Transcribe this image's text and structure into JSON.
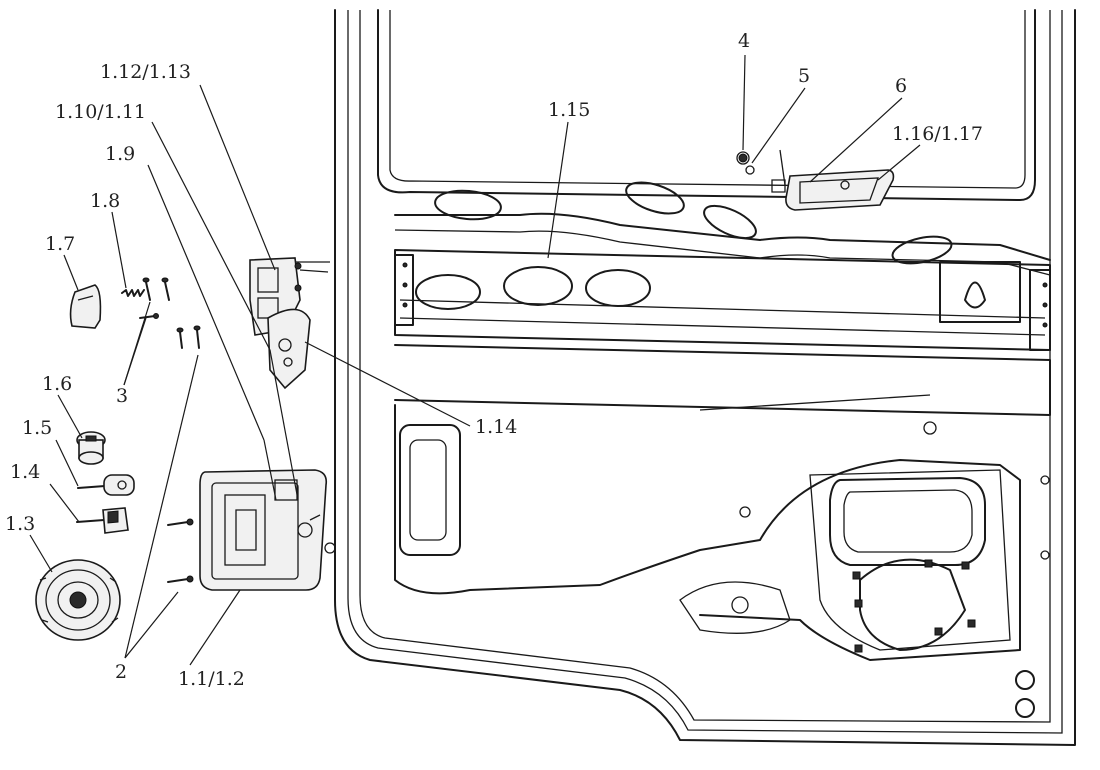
{
  "labels": {
    "l_1_12_13": "1.12/1.13",
    "l_1_10_11": "1.10/1.11",
    "l_1_9": "1.9",
    "l_1_8": "1.8",
    "l_1_7": "1.7",
    "l_3": "3",
    "l_1_6": "1.6",
    "l_1_5": "1.5",
    "l_1_4": "1.4",
    "l_1_3": "1.3",
    "l_2": "2",
    "l_1_1_2": "1.1/1.2",
    "l_1_14": "1.14",
    "l_1_15": "1.15",
    "l_4": "4",
    "l_5": "5",
    "l_6": "6",
    "l_1_16_17": "1.16/1.17"
  }
}
